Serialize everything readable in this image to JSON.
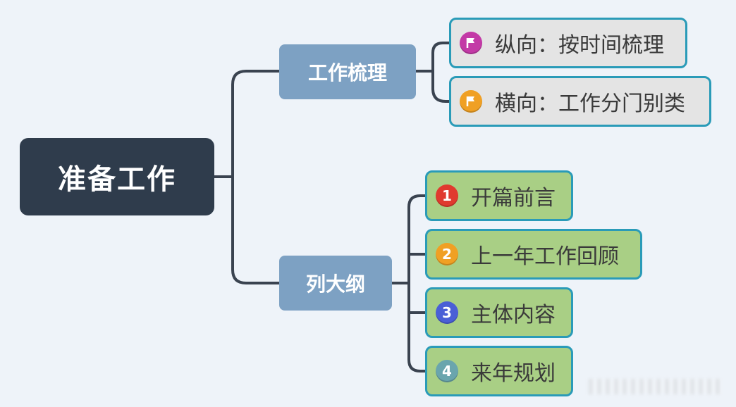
{
  "mindmap": {
    "root": {
      "label": "准备工作"
    },
    "branches": [
      {
        "label": "工作梳理",
        "children": [
          {
            "label": "纵向：按时间梳理",
            "marker": {
              "icon": "flag-icon",
              "color": "#c33aa6"
            }
          },
          {
            "label": "横向：工作分门别类",
            "marker": {
              "icon": "flag-icon",
              "color": "#f0a024"
            }
          }
        ]
      },
      {
        "label": "列大纲",
        "children": [
          {
            "label": "开篇前言",
            "marker": {
              "number": "1",
              "color": "#e03a2f"
            }
          },
          {
            "label": "上一年工作回顾",
            "marker": {
              "number": "2",
              "color": "#f0a024"
            }
          },
          {
            "label": "主体内容",
            "marker": {
              "number": "3",
              "color": "#4a5fd6"
            }
          },
          {
            "label": "来年规划",
            "marker": {
              "number": "4",
              "color": "#6aa5ad"
            }
          }
        ]
      }
    ],
    "colors": {
      "root_bg": "#2f3c4c",
      "branch_bg": "#7da1c3",
      "leaf_border": "#2a9bb8",
      "leaf_gray_bg": "#e4e4e4",
      "leaf_green_bg": "#a9cf85",
      "connector": "#3a4350"
    }
  }
}
